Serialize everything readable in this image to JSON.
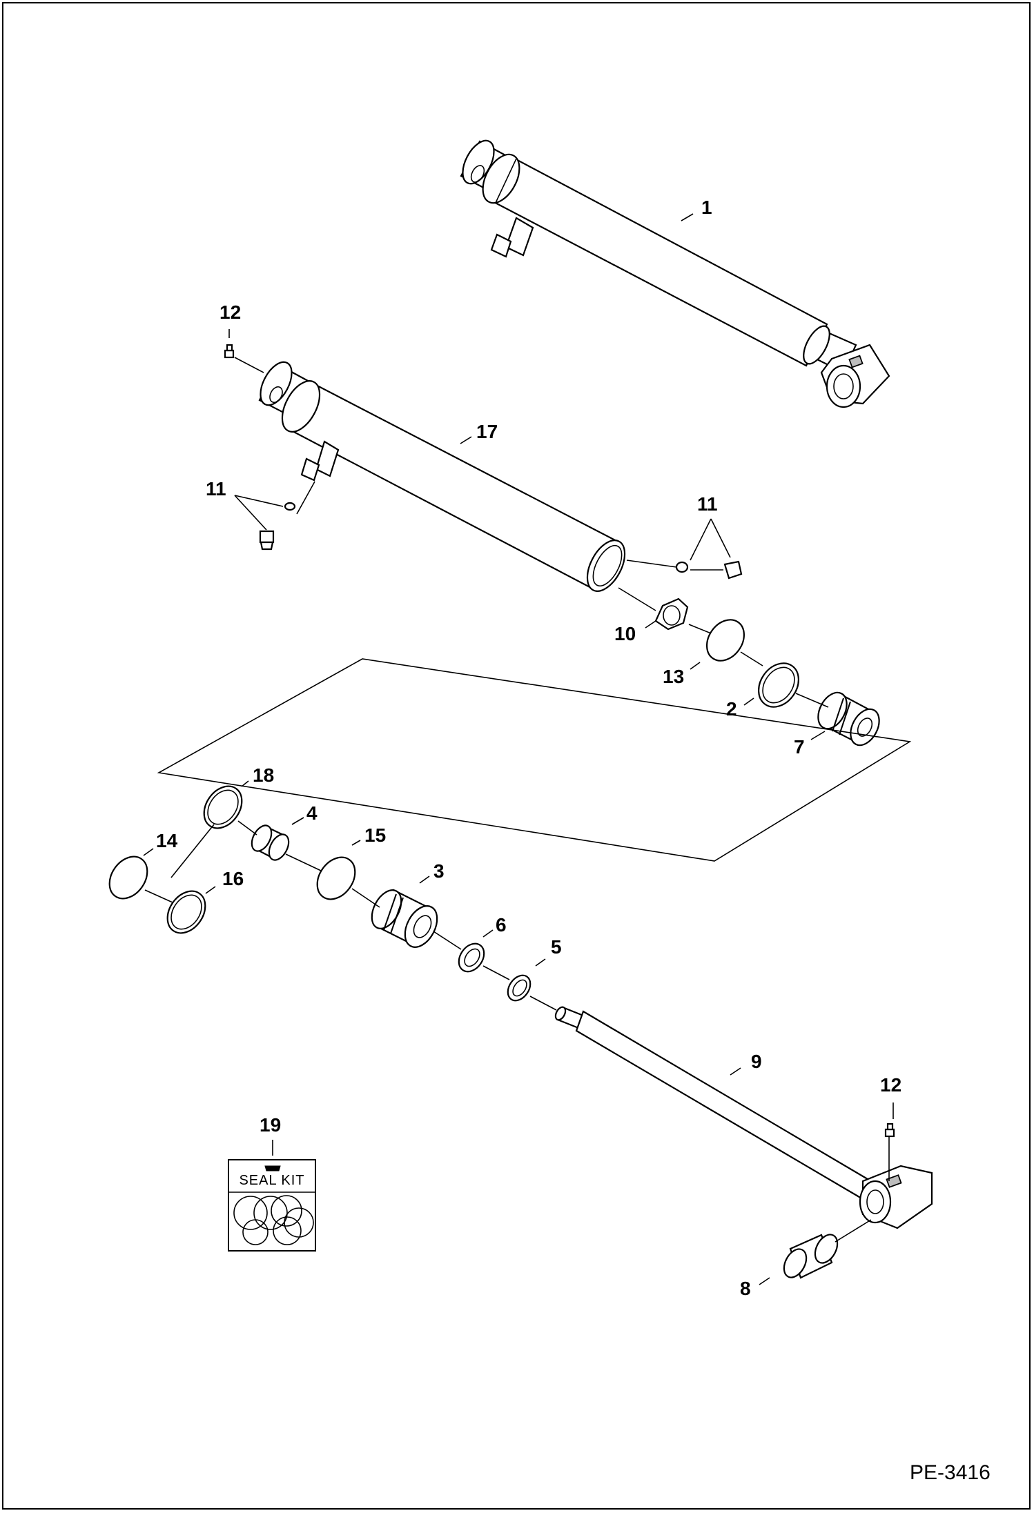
{
  "drawing_code": "PE-3416",
  "seal_kit": {
    "callout": "19",
    "label": "SEAL KIT"
  },
  "callouts": {
    "c1": "1",
    "c2": "2",
    "c3": "3",
    "c4": "4",
    "c5": "5",
    "c6": "6",
    "c7": "7",
    "c8": "8",
    "c9": "9",
    "c10": "10",
    "c11a": "11",
    "c11b": "11",
    "c12a": "12",
    "c12b": "12",
    "c13": "13",
    "c14": "14",
    "c15": "15",
    "c16": "16",
    "c17": "17",
    "c18": "18"
  }
}
